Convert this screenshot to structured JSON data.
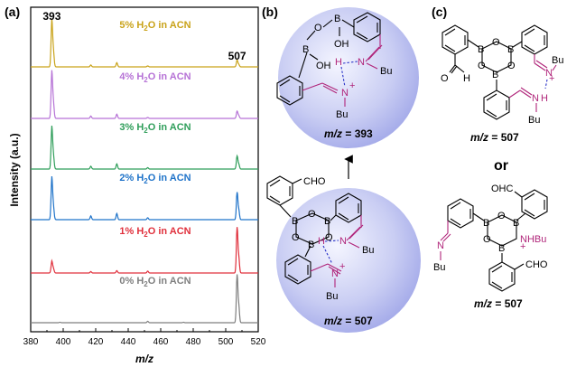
{
  "colors": {
    "trace5": "#c9a31a",
    "trace4": "#b672d6",
    "trace3": "#2f9e5a",
    "trace2": "#1f73c9",
    "trace1": "#e0303c",
    "trace0": "#7f7f7f",
    "magenta": "#b0257a",
    "hbond": "#2a33c8"
  },
  "panel_labels": {
    "a": "(a)",
    "b": "(b)",
    "c": "(c)"
  },
  "chart_data": {
    "type": "line",
    "xlabel": "m/z",
    "ylabel": "Intensity (a.u.)",
    "xlim": [
      380,
      520
    ],
    "xticks": [
      380,
      400,
      420,
      440,
      460,
      480,
      500,
      520
    ],
    "legend_position": "per-trace labels",
    "peak_labels": [
      {
        "text": "393",
        "x": 393
      },
      {
        "text": "507",
        "x": 507
      }
    ],
    "series": [
      {
        "name": "5% H₂O in ACN",
        "label_prefix": "5% H",
        "label_sub": "2",
        "label_suffix": "O in ACN",
        "color_key": "trace5",
        "peaks": [
          [
            393,
            1.0
          ],
          [
            394,
            0.32
          ],
          [
            417,
            0.04
          ],
          [
            433,
            0.09
          ],
          [
            452,
            0.02
          ],
          [
            507,
            0.14
          ],
          [
            508,
            0.05
          ]
        ]
      },
      {
        "name": "4% H₂O in ACN",
        "label_prefix": "4% H",
        "label_sub": "2",
        "label_suffix": "O in ACN",
        "color_key": "trace4",
        "peaks": [
          [
            393,
            1.0
          ],
          [
            394,
            0.32
          ],
          [
            417,
            0.05
          ],
          [
            433,
            0.09
          ],
          [
            452,
            0.02
          ],
          [
            507,
            0.15
          ],
          [
            508,
            0.06
          ]
        ]
      },
      {
        "name": "3% H₂O in ACN",
        "label_prefix": "3% H",
        "label_sub": "2",
        "label_suffix": "O in ACN",
        "color_key": "trace3",
        "peaks": [
          [
            393,
            0.9
          ],
          [
            394,
            0.28
          ],
          [
            417,
            0.06
          ],
          [
            433,
            0.11
          ],
          [
            452,
            0.03
          ],
          [
            507,
            0.27
          ],
          [
            508,
            0.1
          ]
        ]
      },
      {
        "name": "2% H₂O in ACN",
        "label_prefix": "2% H",
        "label_sub": "2",
        "label_suffix": "O in ACN",
        "color_key": "trace2",
        "peaks": [
          [
            393,
            0.9
          ],
          [
            394,
            0.27
          ],
          [
            417,
            0.08
          ],
          [
            433,
            0.13
          ],
          [
            452,
            0.04
          ],
          [
            507,
            0.57
          ],
          [
            508,
            0.2
          ]
        ]
      },
      {
        "name": "1% H₂O in ACN",
        "label_prefix": "1% H",
        "label_sub": "2",
        "label_suffix": "O in ACN",
        "color_key": "trace1",
        "peaks": [
          [
            393,
            0.25
          ],
          [
            394,
            0.09
          ],
          [
            417,
            0.03
          ],
          [
            433,
            0.05
          ],
          [
            452,
            0.04
          ],
          [
            507,
            0.95
          ],
          [
            508,
            0.32
          ]
        ]
      },
      {
        "name": "0% H₂O in ACN",
        "label_prefix": "0% H",
        "label_sub": "2",
        "label_suffix": "O in ACN",
        "color_key": "trace0",
        "peaks": [
          [
            398,
            0.01
          ],
          [
            452,
            0.03
          ],
          [
            474,
            0.01
          ],
          [
            507,
            1.0
          ],
          [
            508,
            0.35
          ]
        ]
      }
    ]
  },
  "structures": {
    "b_top": {
      "mz_label": "m/z",
      "mz_value": " = 393",
      "B": "B",
      "OH": "OH",
      "O": "O",
      "H": "H",
      "N": "N",
      "Nplus": "N",
      "plus": "+",
      "Bu": "Bu"
    },
    "b_bottom": {
      "mz_label": "m/z",
      "mz_value": " = 507",
      "CHO": "CHO",
      "B": "B",
      "O": "O",
      "H": "H",
      "N": "N",
      "Nplus": "N",
      "plus": "+",
      "Bu": "Bu"
    },
    "c_top": {
      "mz_label": "m/z",
      "mz_value": " = 507",
      "B": "B",
      "O": "O",
      "H": "H",
      "N": "N",
      "plus": "+",
      "Bu": "Bu",
      "Odouble": "O"
    },
    "or_text": "or",
    "c_bottom": {
      "mz_label": "m/z",
      "mz_value": " = 507",
      "OHC": "OHC",
      "CHO": "CHO",
      "B": "B",
      "O": "O",
      "N": "N",
      "NHBu": "NHBu",
      "plus": "+",
      "Bu": "Bu"
    }
  }
}
